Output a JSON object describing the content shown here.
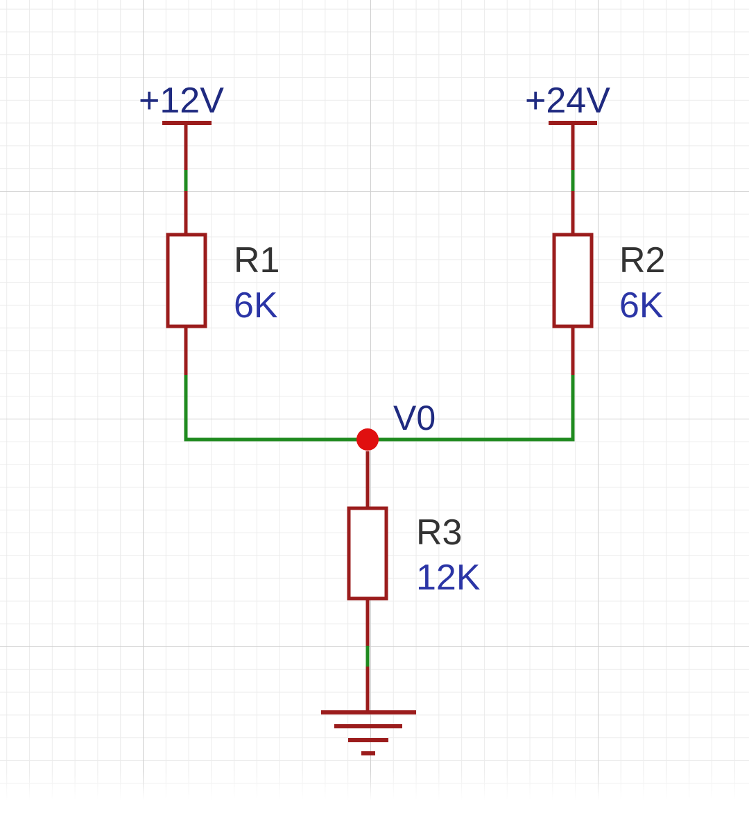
{
  "colors": {
    "wire": "#1f8a1f",
    "component": "#9b1c1c",
    "junction": "#e01010",
    "designator": "#333333",
    "value": "#2b35a6",
    "net_label": "#1f2a80"
  },
  "power": {
    "vcc1_label": "+12V",
    "vcc2_label": "+24V"
  },
  "net": {
    "node_label": "V0"
  },
  "components": {
    "r1": {
      "designator": "R1",
      "value": "6K"
    },
    "r2": {
      "designator": "R2",
      "value": "6K"
    },
    "r3": {
      "designator": "R3",
      "value": "12K"
    }
  },
  "ground": {
    "icon": "ground-icon"
  }
}
